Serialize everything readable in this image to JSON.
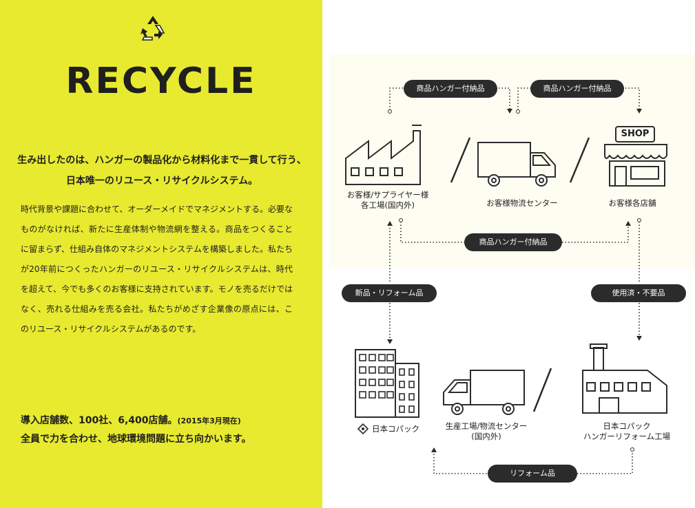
{
  "left_panel": {
    "title": "RECYCLE",
    "lead_line1": "生み出したのは、ハンガーの製品化から材料化まで一貫して行う、",
    "lead_line2": "日本唯一のリユース・リサイクルシステム。",
    "body": "時代背景や課題に合わせて、オーダーメイドでマネジメントする。必要なものがなければ、新たに生産体制や物流網を整える。商品をつくることに留まらず、仕組み自体のマネジメントシステムを構築しました。私たちが20年前につくったハンガーのリユース・リサイクルシステムは、時代を超えて、今でも多くのお客様に支持されています。モノを売るだけではなく、売れる仕組みを売る会社。私たちがめざす企業像の原点には、このリユース・リサイクルシステムがあるのです。",
    "stats_line1": "導入店舗数、100社、6,400店舗。",
    "stats_note": "(2015年3月現在)",
    "stats_line2": "全員で力を合わせ、地球環境問題に立ち向かいます。"
  },
  "diagram": {
    "pills": {
      "top_left": "商品ハンガー付納品",
      "top_right": "商品ハンガー付納品",
      "middle": "商品ハンガー付納品",
      "new_reform": "新品・リフォーム品",
      "used": "使用済・不要品",
      "reform": "リフォーム品"
    },
    "shop_sign": "SHOP",
    "labels": {
      "factory_line1": "お客様/サプライヤー様",
      "factory_line2": "各工場(国内外)",
      "truck_top": "お客様物流センター",
      "store": "お客様各店舗",
      "company": "日本コパック",
      "production_line1": "生産工場/物流センター",
      "production_line2": "(国内外)",
      "reform_plant_line1": "日本コパック",
      "reform_plant_line2": "ハンガーリフォーム工場"
    }
  }
}
